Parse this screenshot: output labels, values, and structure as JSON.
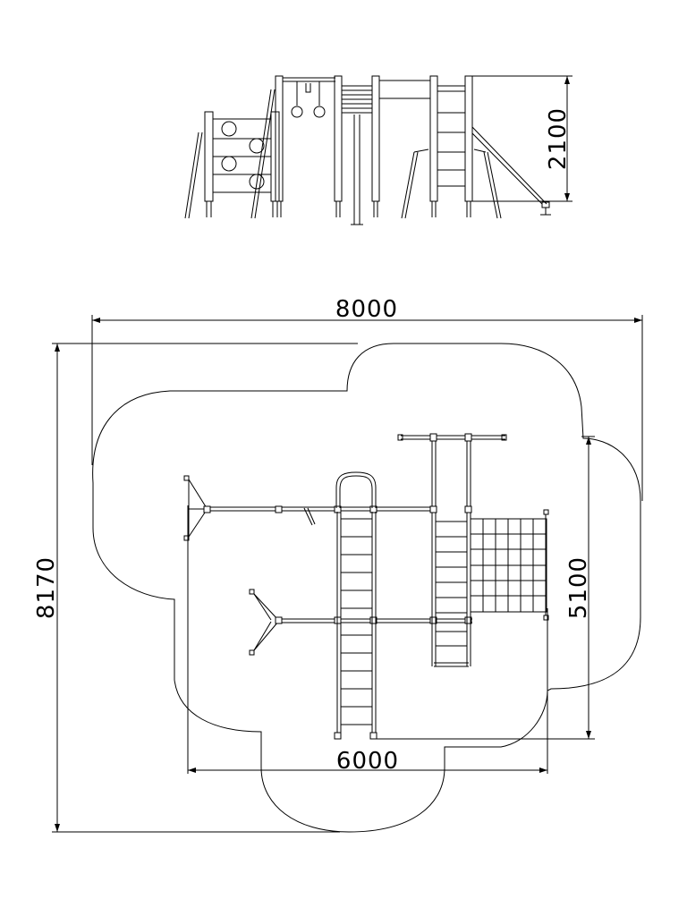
{
  "dimensions": {
    "elevation_height": "2100",
    "overall_width": "8000",
    "overall_depth": "8170",
    "equipment_depth": "5100",
    "equipment_width": "6000"
  }
}
